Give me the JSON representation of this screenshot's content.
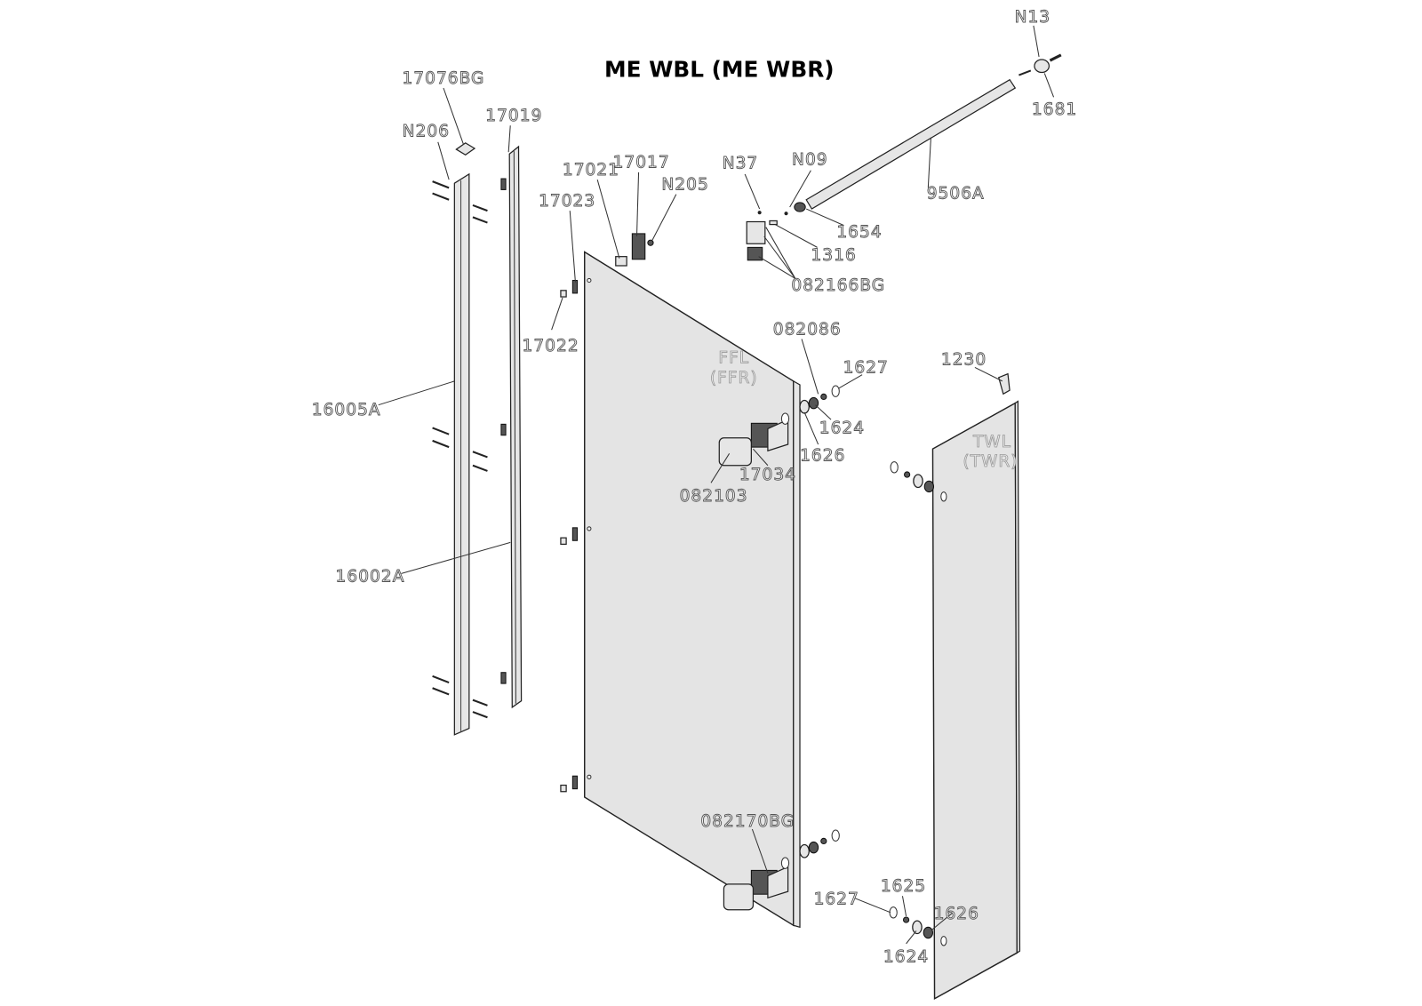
{
  "title": "ME WBL (ME WBR)",
  "panels": {
    "fixed": [
      "FFL",
      "(FFR)"
    ],
    "wall": [
      "TWL",
      "(TWR)"
    ]
  },
  "labels": {
    "p17076BG": "17076BG",
    "N206": "N206",
    "p17019": "17019",
    "p17021": "17021",
    "p17017": "17017",
    "N205": "N205",
    "p17023": "17023",
    "p17022": "17022",
    "N37": "N37",
    "N09": "N09",
    "N13": "N13",
    "p1681": "1681",
    "p9506A": "9506A",
    "p1654": "1654",
    "p1316": "1316",
    "p082166BG": "082166BG",
    "p082086": "082086",
    "p1627a": "1627",
    "p1230": "1230",
    "p1624a": "1624",
    "p1626a": "1626",
    "p17034": "17034",
    "p082103": "082103",
    "p16005A": "16005A",
    "p16002A": "16002A",
    "p082170BG": "082170BG",
    "p1625": "1625",
    "p1627b": "1627",
    "p1626b": "1626",
    "p1624b": "1624"
  }
}
